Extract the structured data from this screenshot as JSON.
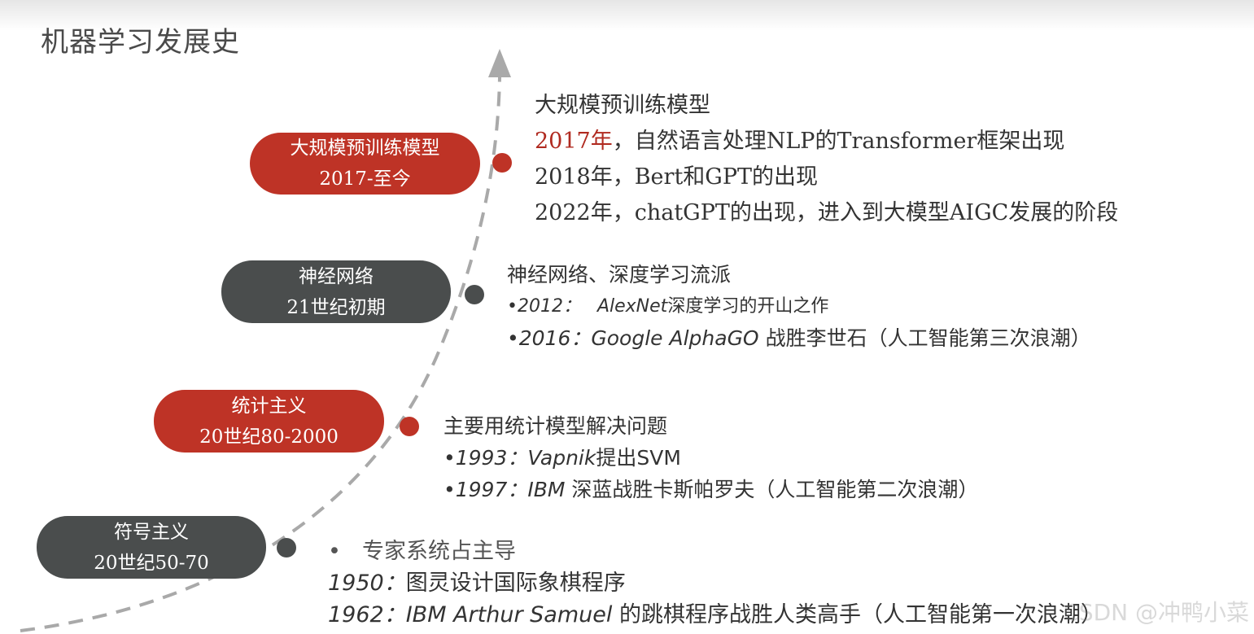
{
  "title": "机器学习发展史",
  "colors": {
    "accent": "#be3326",
    "dark": "#4a4d4d",
    "timeline": "#aaaaaa"
  },
  "stages": [
    {
      "label": "大规模预训练模型",
      "period": "2017-至今",
      "heading": "大规模预训练模型",
      "lines": [
        {
          "year": "2017年",
          "text": "，自然语言处理NLP的Transformer框架出现"
        },
        {
          "year": "2018年",
          "text": "，Bert和GPT的出现"
        },
        {
          "year": "2022年",
          "text": "，chatGPT的出现，进入到大模型AIGC发展的阶段"
        }
      ]
    },
    {
      "label": "神经网络",
      "period": "21世纪初期",
      "heading": "神经网络、深度学习流派",
      "lines": [
        {
          "year": "•2012：",
          "name": "AlexNet",
          "text": "深度学习的开山之作"
        },
        {
          "year": "•2016：",
          "name": "Google AlphaGO",
          "text": " 战胜李世石（人工智能第三次浪潮）"
        }
      ]
    },
    {
      "label": "统计主义",
      "period": "20世纪80-2000",
      "heading": "主要用统计模型解决问题",
      "lines": [
        {
          "year": "•1993：",
          "name": "Vapnik",
          "text": "提出SVM"
        },
        {
          "year": "•1997：",
          "name": "IBM",
          "text": " 深蓝战胜卡斯帕罗夫（人工智能第二次浪潮）"
        }
      ]
    },
    {
      "label": "符号主义",
      "period": "20世纪50-70",
      "heading": "专家系统占主导",
      "lines": [
        {
          "year": "1950：",
          "text": "图灵设计国际象棋程序"
        },
        {
          "year": "1962：",
          "name": "IBM Arthur Samuel",
          "text": " 的跳棋程序战胜人类高手（人工智能第一次浪潮）"
        }
      ]
    }
  ],
  "watermark": "CSDN @冲鸭小菜"
}
